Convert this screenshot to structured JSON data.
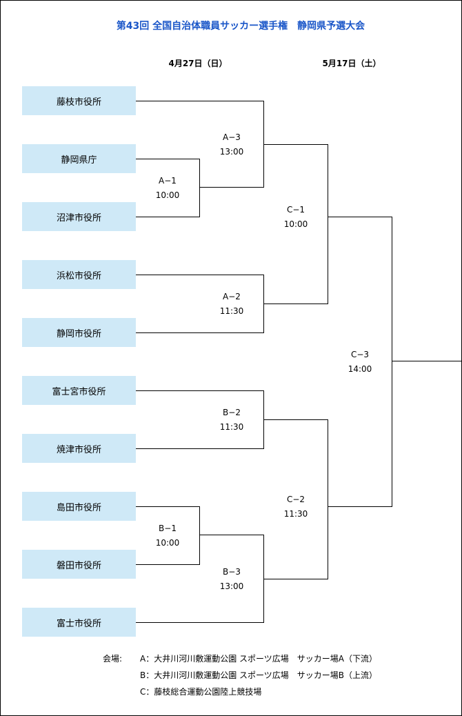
{
  "title": "第43回 全国自治体職員サッカー選手権　静岡県予選大会",
  "dates": {
    "round1": "4月27日（日）",
    "round2": "5月17日（土）"
  },
  "teams": [
    "藤枝市役所",
    "静岡県庁",
    "沼津市役所",
    "浜松市役所",
    "静岡市役所",
    "富士宮市役所",
    "焼津市役所",
    "島田市役所",
    "磐田市役所",
    "富士市役所"
  ],
  "matches": {
    "A1": {
      "label": "A−1",
      "time": "10:00"
    },
    "A2": {
      "label": "A−2",
      "time": "11:30"
    },
    "A3": {
      "label": "A−3",
      "time": "13:00"
    },
    "B1": {
      "label": "B−1",
      "time": "10:00"
    },
    "B2": {
      "label": "B−2",
      "time": "11:30"
    },
    "B3": {
      "label": "B−3",
      "time": "13:00"
    },
    "C1": {
      "label": "C−1",
      "time": "10:00"
    },
    "C2": {
      "label": "C−2",
      "time": "11:30"
    },
    "C3": {
      "label": "C−3",
      "time": "14:00"
    }
  },
  "venues": {
    "label": "会場:",
    "items": [
      "A：大井川河川敷運動公園 スポーツ広場　サッカー場A（下流）",
      "B：大井川河川敷運動公園 スポーツ広場　サッカー場B（上流）",
      "C：藤枝総合運動公園陸上競技場"
    ]
  }
}
